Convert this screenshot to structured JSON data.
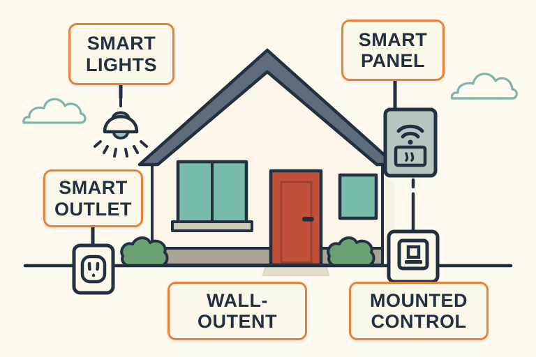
{
  "illustration": {
    "title": "Smart home devices diagram",
    "background_color": "#fdf9ef"
  },
  "labels": [
    {
      "id": "smart-lights",
      "line1": "SMART",
      "line2": "LIGHTS",
      "border_color": "#e8813a",
      "fill_color": "#fbf7e9",
      "text_color": "#22303f"
    },
    {
      "id": "smart-panel",
      "line1": "SMART",
      "line2": "PANEL",
      "border_color": "#e8813a",
      "fill_color": "#fbf7e9",
      "text_color": "#22303f"
    },
    {
      "id": "smart-outlet",
      "line1": "SMART",
      "line2": "OUTLET",
      "border_color": "#e8813a",
      "fill_color": "#fbf7e9",
      "text_color": "#22303f"
    },
    {
      "id": "wall-outent",
      "line1": "WALL-",
      "line2": "OUTENT",
      "border_color": "#e8813a",
      "fill_color": "#fbf7e9",
      "text_color": "#22303f"
    },
    {
      "id": "mounted-control",
      "line1": "MOUNTED",
      "line2": "CONTROL",
      "border_color": "#e8813a",
      "fill_color": "#fbf7e9",
      "text_color": "#22303f"
    }
  ],
  "scene_objects": {
    "house": {
      "wall_color": "#fbf6e8",
      "roof_color": "#5d6b7a",
      "outline_color": "#22303f",
      "door_color": "#c0503a",
      "window_color": "#79bbab",
      "foundation_color": "#a9a496",
      "step_color": "#e5ddc8"
    },
    "clouds": {
      "stroke_color": "#7cb5ac",
      "count": 2
    },
    "bushes": {
      "fill_color": "#6aa172",
      "outline_color": "#22303f",
      "count": 2
    },
    "ground_line": {
      "color": "#22303f"
    },
    "pendant_lamp": {
      "shade_color": "#fbf6e8",
      "bulb_color": "#a8bcb6",
      "outline_color": "#22303f"
    },
    "smart_panel_device": {
      "body_color": "#b7c6c1",
      "outline_color": "#22303f",
      "icons": [
        "wifi-icon",
        "display-screen"
      ]
    },
    "wall_outlet_device": {
      "body_color": "#fbf7e9",
      "outline_color": "#22303f",
      "icons": [
        "outlet-face-icon"
      ]
    },
    "mounted_control_device": {
      "body_color": "#fbf7e9",
      "outline_color": "#22303f",
      "icons": [
        "thermostat-icon"
      ]
    }
  }
}
